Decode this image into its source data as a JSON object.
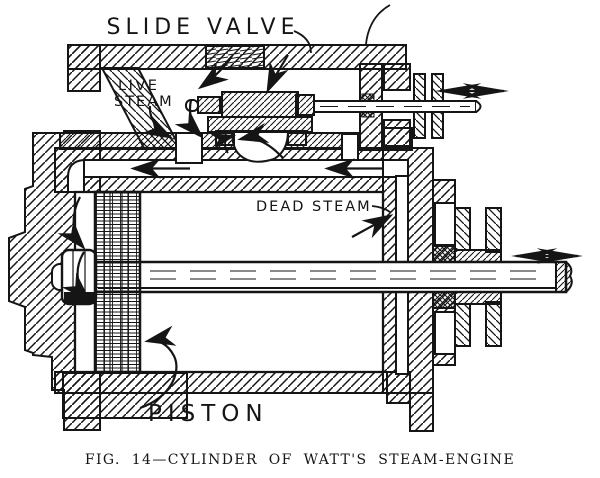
{
  "figure": {
    "title": "SLIDE VALVE",
    "labels": {
      "live_steam_line1": "LIVE",
      "live_steam_line2": "STEAM",
      "dead_steam": "DEAD STEAM",
      "piston": "PISTON"
    },
    "caption": "FIG. 14—CYLINDER OF WATT'S STEAM-ENGINE",
    "ink_color": "#151515",
    "paper_color": "#ffffff"
  }
}
